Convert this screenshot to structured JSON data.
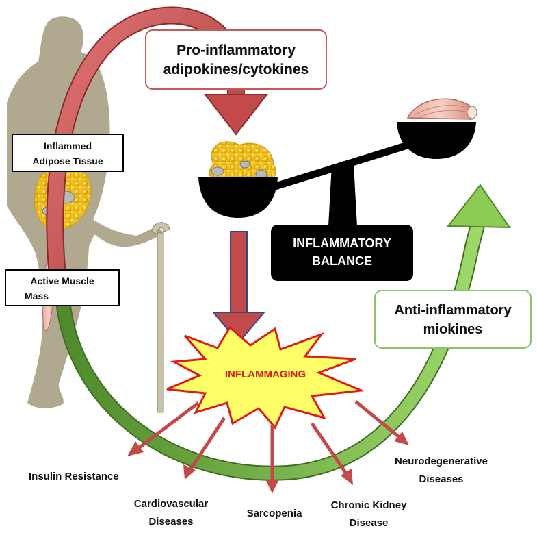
{
  "labels": {
    "pro_inflammatory_line1": "Pro-inflammatory",
    "pro_inflammatory_line2": "adipokines/cytokines",
    "inflamed_adipose_line1": "Inflammed",
    "inflamed_adipose_line2": "Adipose Tissue",
    "active_muscle_line1": "Active Muscle",
    "active_muscle_line2": "Mass",
    "balance_line1": "INFLAMMATORY",
    "balance_line2": "BALANCE",
    "anti_inflammatory_line1": "Anti-inflammatory",
    "anti_inflammatory_line2": "miokines",
    "inflammaging": "INFLAMMAGING"
  },
  "outcomes": {
    "insulin": "Insulin Resistance",
    "cardio_line1": "Cardiovascular",
    "cardio_line2": "Diseases",
    "sarcopenia": "Sarcopenia",
    "ckd_line1": "Chronic Kidney",
    "ckd_line2": "Disease",
    "neuro_line1": "Neurodegenerative",
    "neuro_line2": "Diseases"
  },
  "colors": {
    "red_arrow": "#c24a4a",
    "green_arrow": "#7bbf4a",
    "silhouette": "#b0a88f",
    "balance": "#000000",
    "burst_fill": "#ffff66",
    "burst_stroke": "#e01b1b",
    "burst_text": "#e01b1b",
    "pro_box_border": "#c55a5a",
    "anti_box_border": "#8cc26a",
    "outcome_arrow": "#c24a4a"
  }
}
